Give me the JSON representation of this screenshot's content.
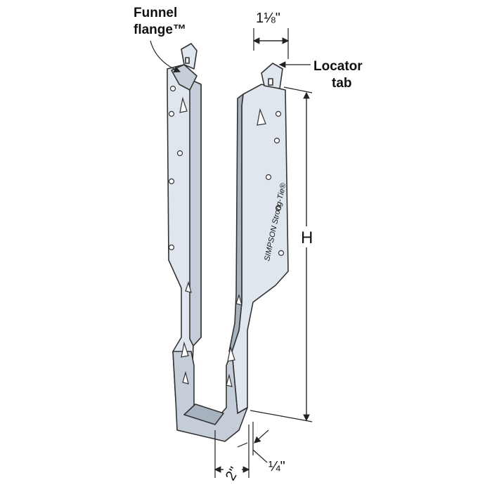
{
  "labels": {
    "funnel_flange_line1": "Funnel",
    "funnel_flange_line2": "flange™",
    "locator_tab_line1": "Locator",
    "locator_tab_line2": "tab",
    "dim_width_top": "1⅛\"",
    "dim_height": "H",
    "dim_seat_width": "2\"",
    "dim_offset": "¼\"",
    "brand": "SIMPSON Strong-Tie®"
  },
  "colors": {
    "metal_light": "#dfe6ee",
    "metal_mid": "#c5ced8",
    "metal_dark": "#a7b2bf",
    "outline": "#333333",
    "dimension_line": "#222222",
    "text": "#111111"
  }
}
